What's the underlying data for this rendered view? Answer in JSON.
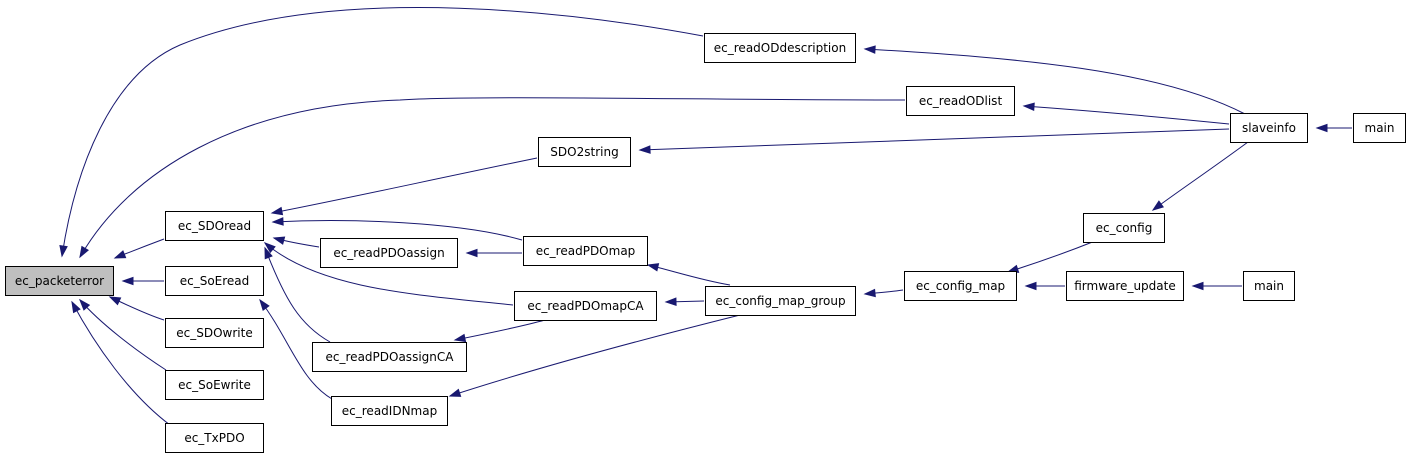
{
  "graph": {
    "nodes": [
      {
        "id": "ec_packeterror",
        "label": "ec_packeterror",
        "root": true
      },
      {
        "id": "ec_SDOread",
        "label": "ec_SDOread"
      },
      {
        "id": "ec_SoEread",
        "label": "ec_SoEread"
      },
      {
        "id": "ec_SDOwrite",
        "label": "ec_SDOwrite"
      },
      {
        "id": "ec_SoEwrite",
        "label": "ec_SoEwrite"
      },
      {
        "id": "ec_TxPDO",
        "label": "ec_TxPDO"
      },
      {
        "id": "ec_readODdescription",
        "label": "ec_readODdescription"
      },
      {
        "id": "ec_readODlist",
        "label": "ec_readODlist"
      },
      {
        "id": "SDO2string",
        "label": "SDO2string"
      },
      {
        "id": "ec_readPDOassign",
        "label": "ec_readPDOassign"
      },
      {
        "id": "ec_readPDOmap",
        "label": "ec_readPDOmap"
      },
      {
        "id": "ec_readPDOmapCA",
        "label": "ec_readPDOmapCA"
      },
      {
        "id": "ec_readPDOassignCA",
        "label": "ec_readPDOassignCA"
      },
      {
        "id": "ec_readIDNmap",
        "label": "ec_readIDNmap"
      },
      {
        "id": "ec_config_map_group",
        "label": "ec_config_map_group"
      },
      {
        "id": "ec_config_map",
        "label": "ec_config_map"
      },
      {
        "id": "ec_config",
        "label": "ec_config"
      },
      {
        "id": "firmware_update",
        "label": "firmware_update"
      },
      {
        "id": "slaveinfo",
        "label": "slaveinfo"
      },
      {
        "id": "main_1",
        "label": "main"
      },
      {
        "id": "main_2",
        "label": "main"
      }
    ],
    "edges": [
      {
        "from": "ec_readODdescription",
        "to": "ec_packeterror"
      },
      {
        "from": "ec_readODlist",
        "to": "ec_packeterror"
      },
      {
        "from": "ec_SDOread",
        "to": "ec_packeterror"
      },
      {
        "from": "ec_SoEread",
        "to": "ec_packeterror"
      },
      {
        "from": "ec_SDOwrite",
        "to": "ec_packeterror"
      },
      {
        "from": "ec_SoEwrite",
        "to": "ec_packeterror"
      },
      {
        "from": "ec_TxPDO",
        "to": "ec_packeterror"
      },
      {
        "from": "SDO2string",
        "to": "ec_SDOread"
      },
      {
        "from": "ec_readPDOmap",
        "to": "ec_SDOread"
      },
      {
        "from": "ec_readPDOassign",
        "to": "ec_SDOread"
      },
      {
        "from": "ec_readPDOmapCA",
        "to": "ec_SDOread"
      },
      {
        "from": "ec_readPDOassignCA",
        "to": "ec_SDOread"
      },
      {
        "from": "ec_readIDNmap",
        "to": "ec_SoEread"
      },
      {
        "from": "ec_readPDOmap",
        "to": "ec_readPDOassign"
      },
      {
        "from": "ec_config_map_group",
        "to": "ec_readPDOmap"
      },
      {
        "from": "ec_config_map_group",
        "to": "ec_readPDOmapCA"
      },
      {
        "from": "ec_readPDOmapCA",
        "to": "ec_readPDOassignCA"
      },
      {
        "from": "ec_config_map_group",
        "to": "ec_readIDNmap"
      },
      {
        "from": "ec_config_map",
        "to": "ec_config_map_group"
      },
      {
        "from": "ec_config",
        "to": "ec_config_map"
      },
      {
        "from": "firmware_update",
        "to": "ec_config_map"
      },
      {
        "from": "main_2",
        "to": "firmware_update"
      },
      {
        "from": "slaveinfo",
        "to": "ec_readODdescription"
      },
      {
        "from": "slaveinfo",
        "to": "ec_readODlist"
      },
      {
        "from": "slaveinfo",
        "to": "SDO2string"
      },
      {
        "from": "slaveinfo",
        "to": "ec_config"
      },
      {
        "from": "main_1",
        "to": "slaveinfo"
      }
    ]
  },
  "colors": {
    "edge": "#191970",
    "root_fill": "#bfbfbf",
    "node_fill": "#ffffff",
    "node_border": "#000000"
  }
}
